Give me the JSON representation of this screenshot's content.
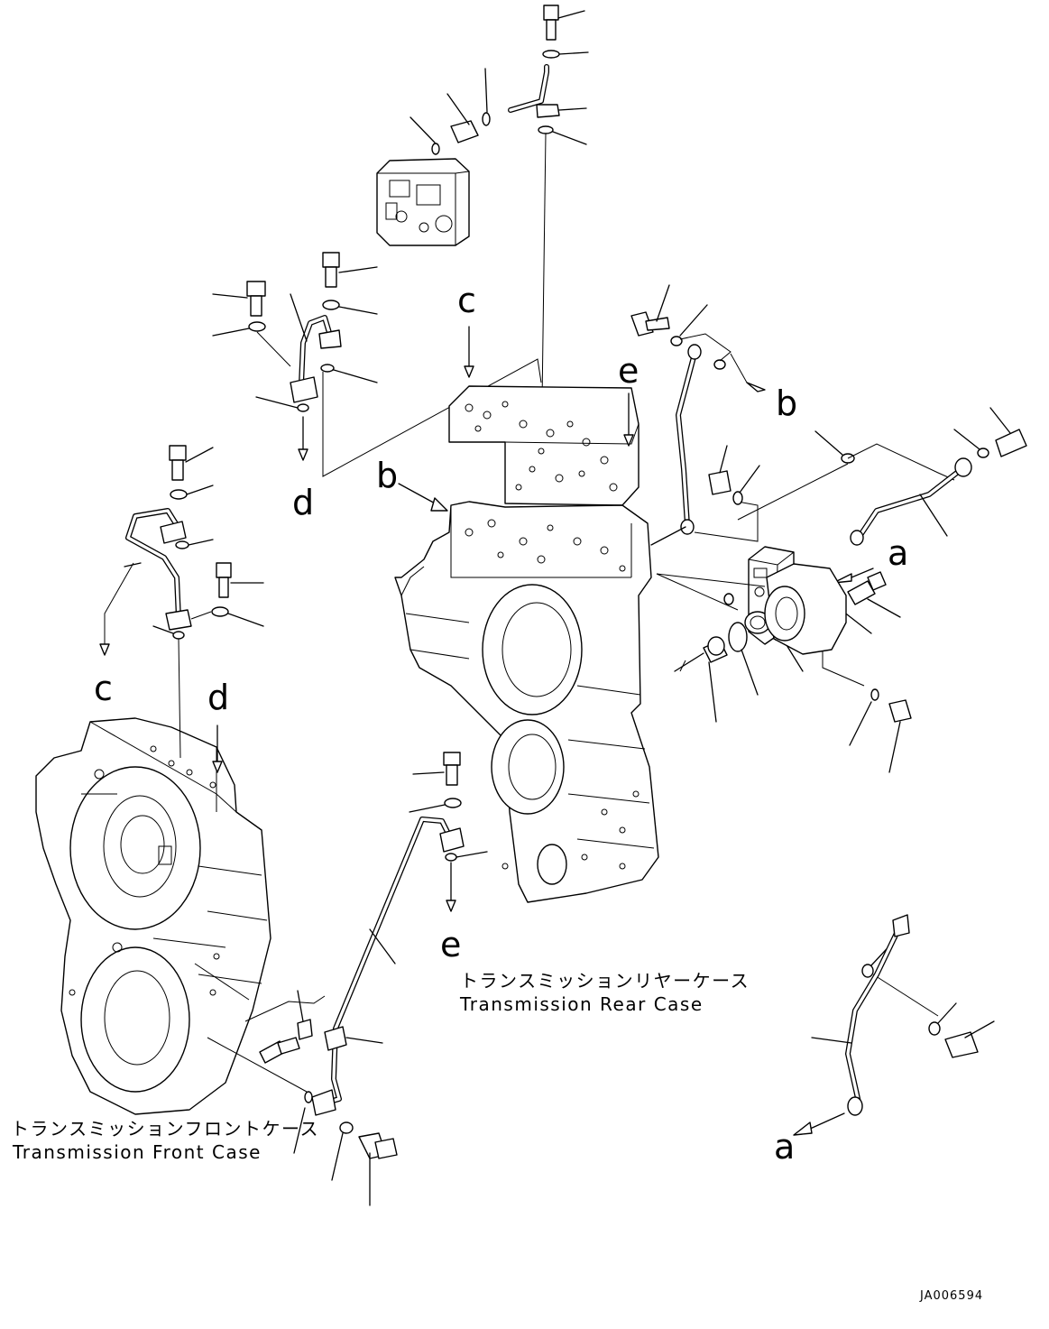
{
  "callouts": {
    "a_top": "a",
    "a_bottom": "a",
    "b_left": "b",
    "b_right": "b",
    "c_top": "c",
    "c_left": "c",
    "d_mid": "d",
    "d_left": "d",
    "e_top": "e",
    "e_bottom": "e"
  },
  "captions": {
    "rear_case_jp": "トランスミッションリヤーケース",
    "rear_case_en": "Transmission Rear Case",
    "front_case_jp": "トランスミッションフロントケース",
    "front_case_en": "Transmission Front Case"
  },
  "drawing_code": "JA006594"
}
